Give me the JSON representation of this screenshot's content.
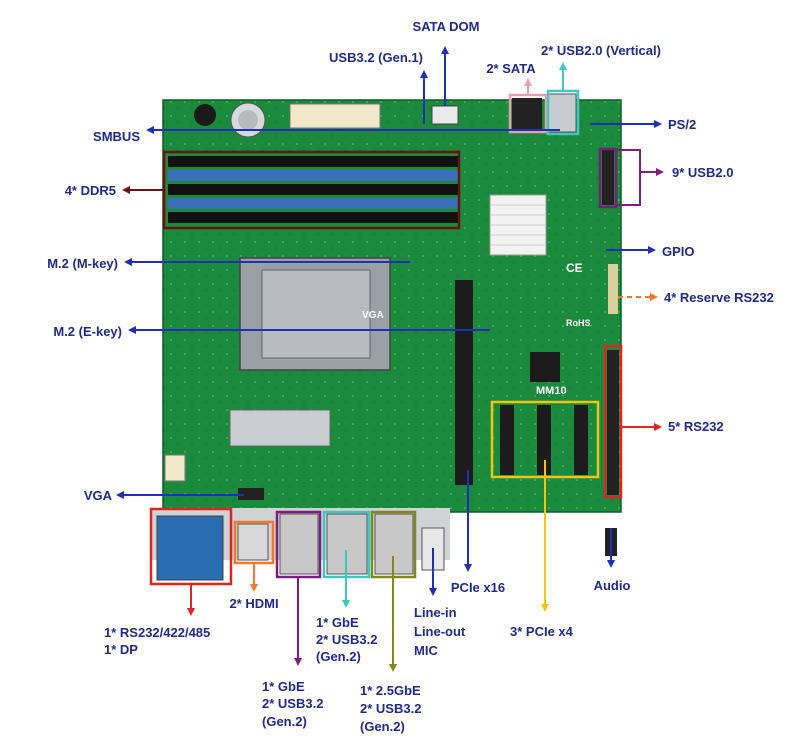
{
  "labels": {
    "sata_dom": "SATA DOM",
    "usb32_gen1": "USB3.2 (Gen.1)",
    "sata": "2* SATA",
    "usb20_vertical": "2* USB2.0 (Vertical)",
    "smbus": "SMBUS",
    "ps2": "PS/2",
    "usb20": "9* USB2.0",
    "ddr5": "4* DDR5",
    "m2_mkey": "M.2 (M-key)",
    "gpio": "GPIO",
    "reserve_rs232": "4* Reserve RS232",
    "m2_ekey": "M.2 (E-key)",
    "rs232": "5* RS232",
    "vga": "VGA",
    "pcie_x16": "PCIe x16",
    "audio": "Audio",
    "hdmi": "2* HDMI",
    "rs232_combo_1": "1* RS232/422/485",
    "rs232_combo_2": "1* DP",
    "gbe_a_1": "1* GbE",
    "gbe_a_2": "2* USB3.2",
    "gbe_a_3": "(Gen.2)",
    "audio_jack_1": "Line-in",
    "audio_jack_2": "Line-out",
    "audio_jack_3": "MIC",
    "pcie_x4": "3* PCIe x4",
    "gbe_b_1": "1* GbE",
    "gbe_b_2": "2* USB3.2",
    "gbe_b_3": "(Gen.2)",
    "gbe25_1": "1* 2.5GbE",
    "gbe25_2": "2* USB3.2",
    "gbe25_3": "(Gen.2)"
  },
  "board_markings": {
    "model": "MM10",
    "silk_vga": "VGA",
    "ce": "CE",
    "rohs": "RoHS"
  },
  "colors": {
    "label_text": "#1f2a8c",
    "arrow_blue": "#1f2fb8",
    "arrow_purple": "#7b1f7e",
    "arrow_dark_red": "#6e0f12",
    "arrow_red": "#e0251f",
    "arrow_orange": "#f07a2a",
    "arrow_pink": "#e8a0a8",
    "arrow_teal": "#3ec8c0",
    "arrow_olive": "#7f8a1a",
    "arrow_yellow": "#f0c419",
    "pcb_green": "#1c8a3c"
  }
}
